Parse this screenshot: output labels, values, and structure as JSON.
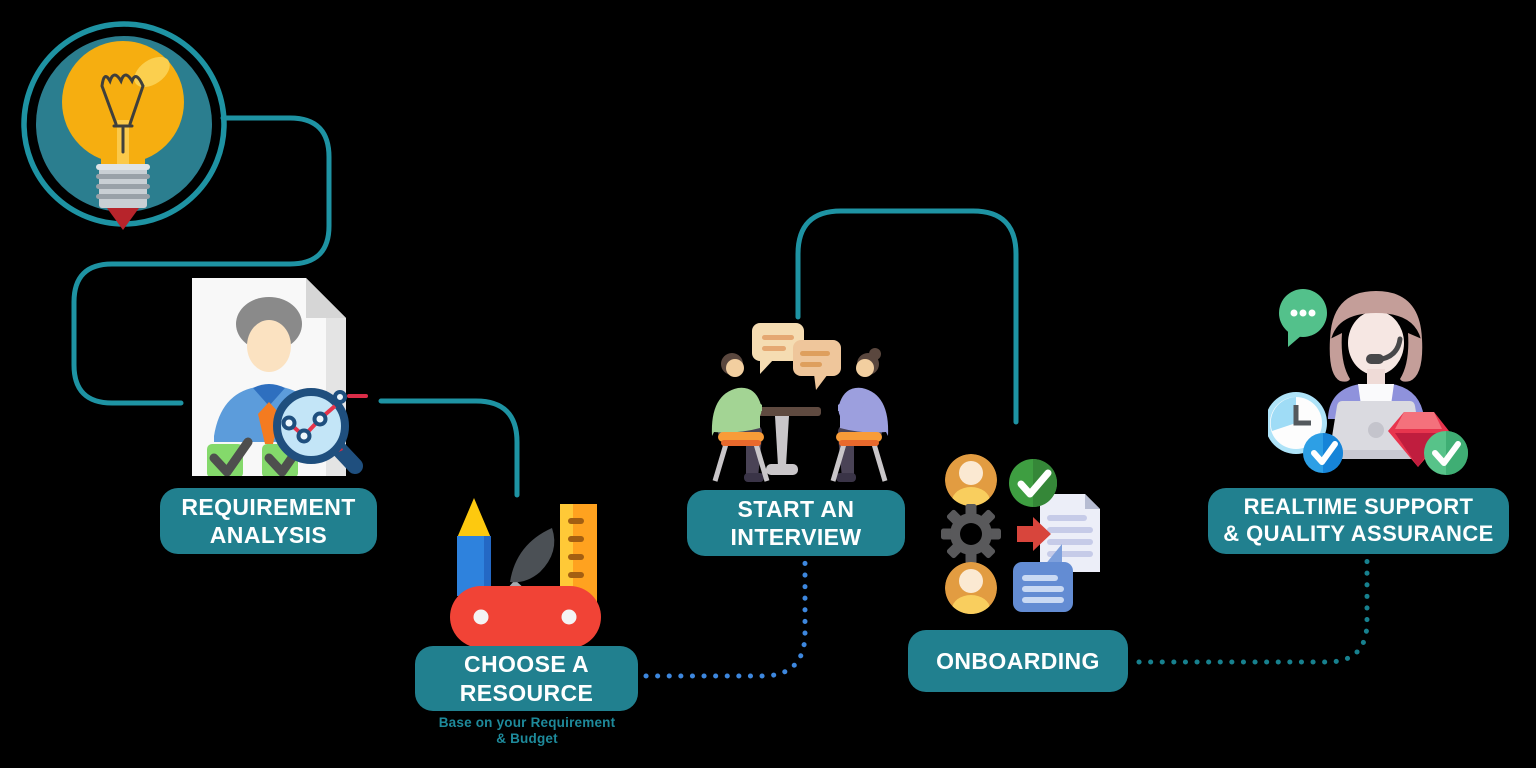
{
  "colors": {
    "background": "#000000",
    "label_bg": "#21808F",
    "label_text": "#FFFFFF",
    "solid_line": "#1E93A3",
    "dotted_blue": "#3D87DE",
    "dotted_teal": "#17818F",
    "idea_circle_fill": "#2B7E8F",
    "idea_ring": "#1E93A3",
    "subtitle_text": "#1E8A9B"
  },
  "steps": [
    {
      "name": "idea",
      "icon": "lightbulb-icon",
      "label_lines": []
    },
    {
      "name": "requirement-analysis",
      "icon": "document-person-magnifier-icon",
      "label_lines": [
        "REQUIREMENT",
        "ANALYSIS"
      ]
    },
    {
      "name": "choose-a-resource",
      "icon": "swiss-knife-tools-icon",
      "label_lines": [
        "CHOOSE A",
        "RESOURCE"
      ],
      "subtitle_lines": [
        "Base on your Requirement",
        "& Budget"
      ]
    },
    {
      "name": "start-an-interview",
      "icon": "interview-meeting-icon",
      "label_lines": [
        "START AN",
        "INTERVIEW"
      ]
    },
    {
      "name": "onboarding",
      "icon": "onboarding-process-icon",
      "label_lines": [
        "ONBOARDING"
      ]
    },
    {
      "name": "realtime-support-quality-assurance",
      "icon": "support-agent-icon",
      "label_lines": [
        "REALTIME SUPPORT",
        "& QUALITY ASSURANCE"
      ]
    }
  ]
}
